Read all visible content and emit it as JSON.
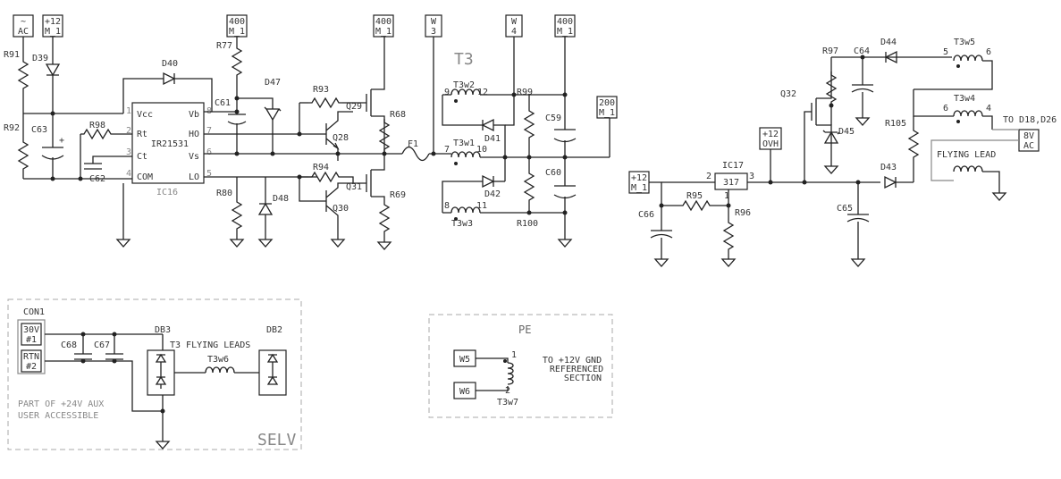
{
  "top_labels": {
    "ac": [
      "~",
      "AC"
    ],
    "m12": [
      "+12",
      "M_1"
    ],
    "m400a": [
      "400",
      "M_1"
    ],
    "m400b": [
      "400",
      "M_1"
    ],
    "w3": [
      "W",
      "3"
    ],
    "w4": [
      "W",
      "4"
    ],
    "m400c": [
      "400",
      "M_1"
    ],
    "m200": [
      "200",
      "M_1"
    ]
  },
  "ic16": {
    "name": "IC16",
    "part": "IR21531",
    "pins_left": [
      "Vcc",
      "Rt",
      "Ct",
      "COM"
    ],
    "pins_right": [
      "Vb",
      "HO",
      "Vs",
      "LO"
    ],
    "pin_nums_left": [
      "1",
      "2",
      "3",
      "4"
    ],
    "pin_nums_right": [
      "8",
      "7",
      "6",
      "5"
    ]
  },
  "refs": {
    "r91": "R91",
    "d39": "D39",
    "d40": "D40",
    "r92": "R92",
    "c63": "C63",
    "r98": "R98",
    "c62": "C62",
    "r77": "R77",
    "c61": "C61",
    "d47": "D47",
    "r93": "R93",
    "q29": "Q29",
    "q28": "Q28",
    "r68": "R68",
    "f1": "F1",
    "r80": "R80",
    "d48": "D48",
    "r94": "R94",
    "q31": "Q31",
    "q30": "Q30",
    "r69": "R69",
    "t3": "T3",
    "t3w2": "T3w2",
    "t3w1": "T3w1",
    "t3w3": "T3w3",
    "d41": "D41",
    "d42": "D42",
    "r99": "R99",
    "c59": "C59",
    "c60": "C60",
    "r100": "R100",
    "w2n9": "9",
    "w2n12": "12",
    "w1n7": "7",
    "w1n10": "10",
    "w3n8": "8",
    "w3n11": "11"
  },
  "right": {
    "q32": "Q32",
    "r97": "R97",
    "c64": "C64",
    "d44": "D44",
    "t3w5": "T3w5",
    "n5": "5",
    "n6a": "6",
    "d45": "D45",
    "t3w4": "T3w4",
    "n6b": "6",
    "n4": "4",
    "r105": "R105",
    "to_d18": "TO D18,D26",
    "v8ac": [
      "8V",
      "AC"
    ],
    "flying_lead": "FLYING LEAD",
    "ovh": [
      "+12",
      "OVH"
    ],
    "ic17": "IC17",
    "part317": "317",
    "p2": "2",
    "p3": "3",
    "p1": "1",
    "m12b": [
      "+12",
      "M_1"
    ],
    "r95": "R95",
    "r96": "R96",
    "c66": "C66",
    "c65": "C65",
    "d43": "D43"
  },
  "selv": {
    "con1": "CON1",
    "p1": [
      "30V",
      "#1"
    ],
    "p2": [
      "RTN",
      "#2"
    ],
    "c68": "C68",
    "c67": "C67",
    "db3": "DB3",
    "db2": "DB2",
    "leads": "T3 FLYING LEADS",
    "t3w6": "T3w6",
    "note1": "PART OF +24V AUX",
    "note2": "USER ACCESSIBLE",
    "label": "SELV"
  },
  "pe": {
    "label": "PE",
    "w5": "W5",
    "w6": "W6",
    "n1": "1",
    "n2": "2",
    "t3w7": "T3w7",
    "note1": "TO +12V GND",
    "note2": "REFERENCED",
    "note3": "SECTION"
  }
}
